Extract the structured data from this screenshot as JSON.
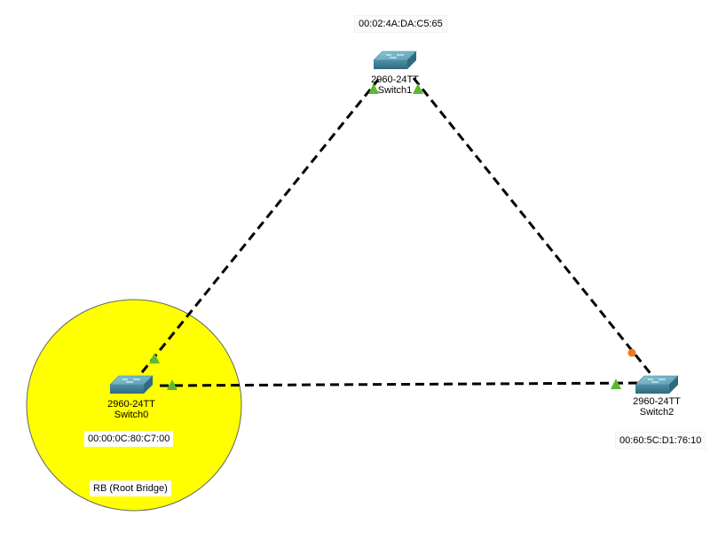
{
  "colors": {
    "root_bridge_area": "#ffff00",
    "link": "#000000",
    "port_up": "#5cb832",
    "port_blocking": "#f07820",
    "switch_body": "#5a9eb4"
  },
  "switches": [
    {
      "id": "switch0",
      "model": "2960-24TT",
      "name": "Switch0",
      "mac": "00:00:0C:80:C7:00",
      "icon": "switch-icon"
    },
    {
      "id": "switch1",
      "model": "2960-24TT",
      "name": "Switch1",
      "mac": "00:02:4A:DA:C5:65",
      "icon": "switch-icon"
    },
    {
      "id": "switch2",
      "model": "2960-24TT",
      "name": "Switch2",
      "mac": "00:60:5C:D1:76:10",
      "icon": "switch-icon"
    }
  ],
  "links": [
    {
      "from": "switch0",
      "to": "switch1",
      "from_port_state": "forwarding",
      "to_port_state": "forwarding"
    },
    {
      "from": "switch0",
      "to": "switch2",
      "from_port_state": "forwarding",
      "to_port_state": "forwarding"
    },
    {
      "from": "switch1",
      "to": "switch2",
      "from_port_state": "forwarding",
      "to_port_state": "blocking"
    }
  ],
  "root_bridge": {
    "label": "RB (Root Bridge)",
    "switch": "switch0"
  }
}
